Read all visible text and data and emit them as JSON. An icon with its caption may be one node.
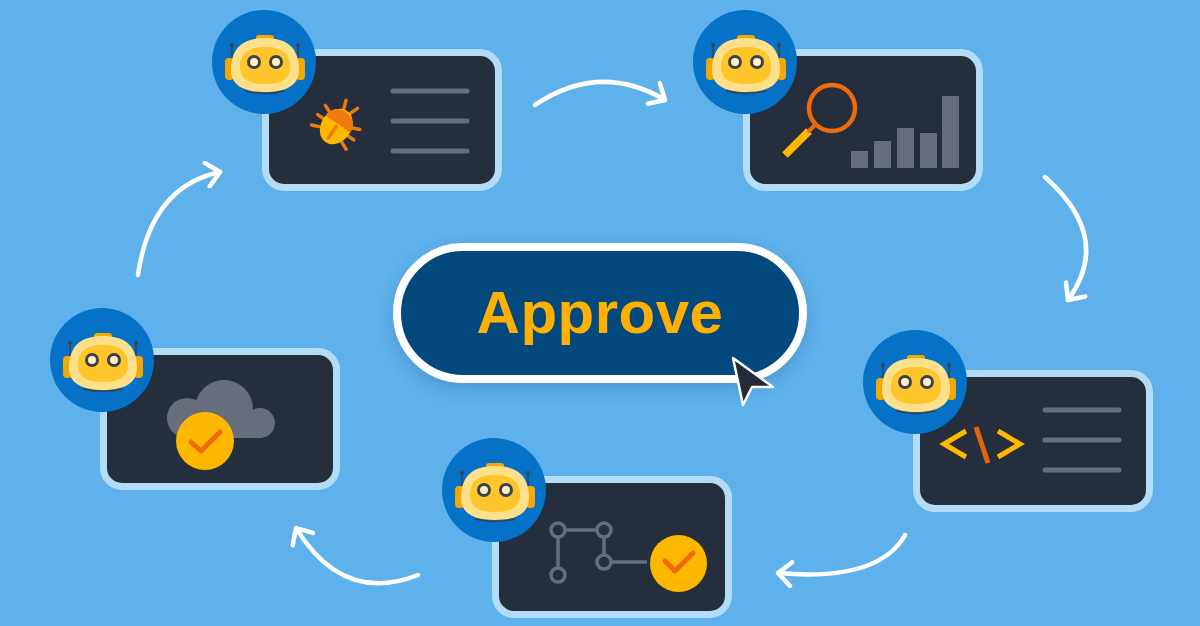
{
  "diagram": {
    "nodes": [
      {
        "text": [],
        "shape": "box"
      },
      {
        "text": [],
        "shape": "box"
      },
      {
        "text": [],
        "shape": "box"
      },
      {
        "text": [],
        "shape": "box"
      },
      {
        "text": [],
        "shape": "box"
      },
      {
        "text": [
          "Approve"
        ]
      }
    ],
    "edges": [
      {
        "from": 0,
        "to": 1,
        "arrow": "to"
      },
      {
        "from": 1,
        "to": 2,
        "arrow": "to"
      },
      {
        "from": 2,
        "to": 3,
        "arrow": "to"
      },
      {
        "from": 3,
        "to": 4,
        "arrow": "to"
      },
      {
        "from": 4,
        "to": 0,
        "arrow": "to"
      }
    ]
  }
}
